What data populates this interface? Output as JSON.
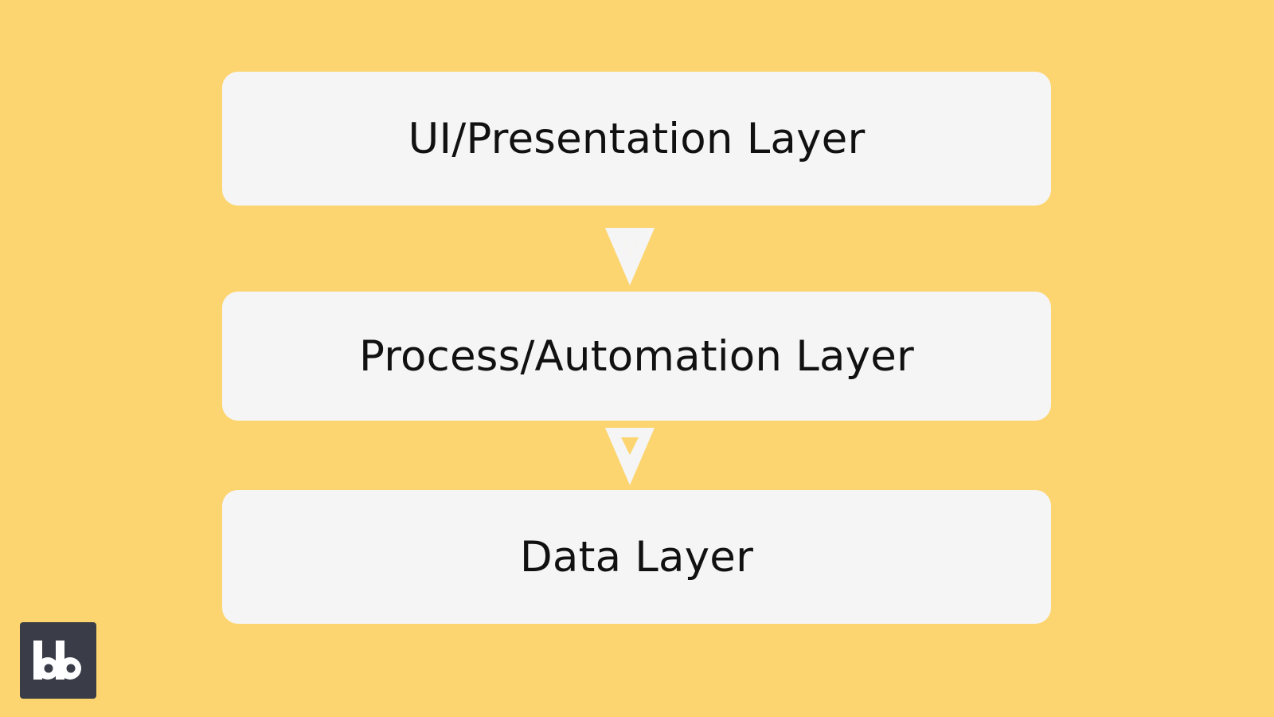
{
  "diagram": {
    "type": "layered-flow",
    "background_color": "#fcd570",
    "box_color": "#f5f5f5",
    "arrow_color": "#f5f5f5",
    "layers": [
      {
        "label": "UI/Presentation Layer"
      },
      {
        "label": "Process/Automation Layer"
      },
      {
        "label": "Data Layer"
      }
    ],
    "arrows": [
      {
        "from": "UI/Presentation Layer",
        "to": "Process/Automation Layer",
        "direction": "down"
      },
      {
        "from": "Process/Automation Layer",
        "to": "Data Layer",
        "direction": "down"
      }
    ]
  },
  "logo": {
    "text": "bb",
    "background_color": "#3a3d47",
    "icon": "bb-logo-icon"
  }
}
